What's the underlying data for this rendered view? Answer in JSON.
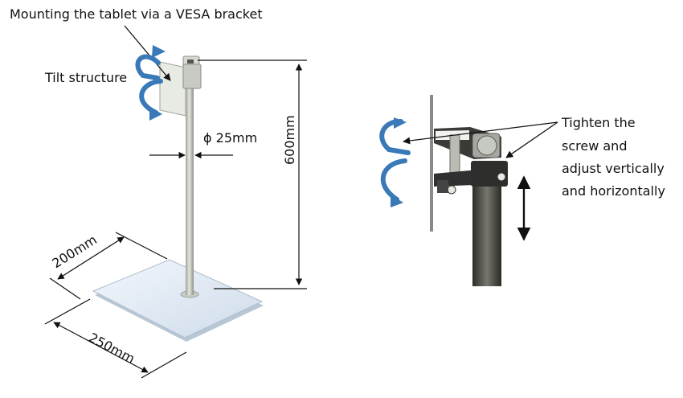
{
  "labels": {
    "mounting": "Mounting the tablet via a VESA bracket",
    "tilt": "Tilt structure",
    "diameter": "ϕ 25mm",
    "height": "600mm",
    "width": "200mm",
    "length": "250mm",
    "tighten": [
      "Tighten the",
      "screw and",
      "adjust vertically",
      "and horizontally"
    ]
  },
  "colors": {
    "arrow_blue": "#3a79b8",
    "base_fill": "#dfe9f4",
    "pole_fill": "#c9ccc4",
    "dark_pole": "#4a4a44"
  }
}
